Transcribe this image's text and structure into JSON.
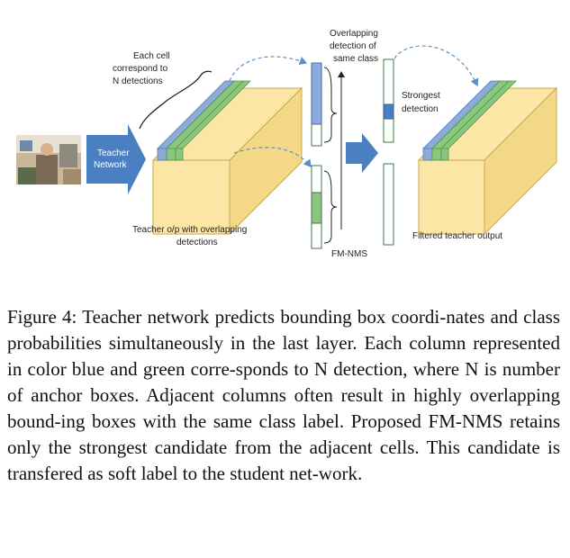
{
  "figure": {
    "labels": {
      "each_cell_1": "Each cell",
      "each_cell_2": "correspond to",
      "each_cell_3": "N detections",
      "teacher_1": "Teacher",
      "teacher_2": "Network",
      "overlap_class_1": "Overlapping",
      "overlap_class_2": "detection of",
      "overlap_class_3": "same class",
      "strongest_1": "Strongest",
      "strongest_2": "detection",
      "teacher_op_1": "Teacher o/p with overlapping",
      "teacher_op_2": "detections",
      "fmnms": "FM-NMS",
      "filtered": "Filtered teacher output"
    },
    "colors": {
      "cuboid_face": "#fbe6a6",
      "cuboid_side": "#f3d987",
      "cuboid_edge": "#c9a949",
      "blue_column": "#8fa9d9",
      "green_column": "#8cc57f",
      "arrow_blue": "#4a7fc1",
      "dashed_arrow": "#5b8fcc"
    }
  },
  "caption": {
    "text": "Figure 4: Teacher network predicts bounding box coordi-­nates and class probabilities simultaneously in the last layer. Each column represented in color blue and green corre-­sponds to N detection, where N is number of anchor boxes. Adjacent columns often result in highly overlapping bound-­ing boxes with the same class label. Proposed FM-NMS retains only the strongest candidate from the adjacent cells. This candidate is transfered as soft label to the student net-­work."
  }
}
